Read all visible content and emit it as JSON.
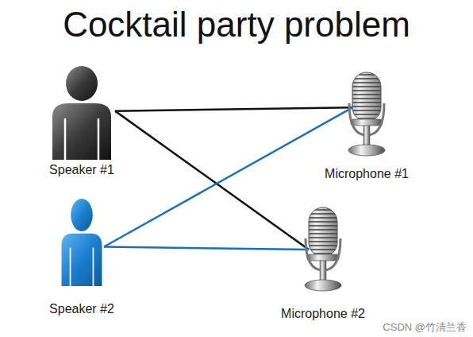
{
  "diagram": {
    "title": "Cocktail party problem",
    "nodes": [
      {
        "text": [
          "Speaker #1"
        ]
      },
      {
        "text": [
          "Microphone #1"
        ]
      },
      {
        "text": [
          "Speaker #2"
        ]
      },
      {
        "text": [
          "Microphone #2"
        ]
      }
    ],
    "edges": [
      {
        "from": 0,
        "to": 1,
        "arrow": "none"
      },
      {
        "from": 0,
        "to": 3,
        "arrow": "none"
      },
      {
        "from": 2,
        "to": 1,
        "arrow": "none"
      },
      {
        "from": 2,
        "to": 3,
        "arrow": "none"
      }
    ],
    "labels": [
      "CSDN @竹清兰香"
    ]
  }
}
